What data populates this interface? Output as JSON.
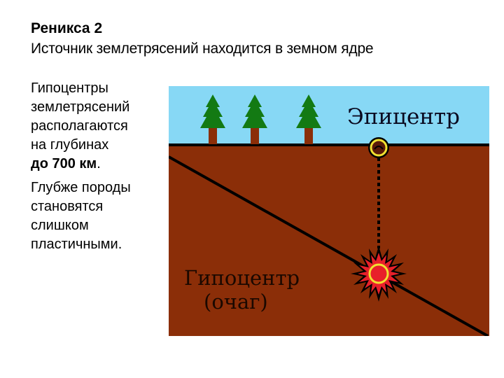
{
  "slide": {
    "title": "Реникса 2",
    "subtitle": "Источник землетрясений находится в земном ядре"
  },
  "side_text": {
    "line1": "Гипоцентры",
    "line2": "землетрясений",
    "line3": "располагаются",
    "line4": "на глубинах",
    "line5_bold": "до 700 км",
    "line5_tail": ".",
    "para2_line1": "Глубже породы",
    "para2_line2": "становятся",
    "para2_line3": "слишком",
    "para2_line4": "пластичными."
  },
  "diagram": {
    "epicenter_label": "Эпицентр",
    "hypocenter_label": "Гипоцентр",
    "hypocenter_sublabel": "(очаг)",
    "colors": {
      "sky": "#87d8f5",
      "ground": "#8b2e08",
      "tree_foliage": "#137a13",
      "tree_trunk": "#8b2e08",
      "marker_ring": "#f0e030",
      "burst_red": "#e8202a",
      "line": "#000000"
    },
    "icons": [
      "tree-icon",
      "tree-icon",
      "tree-icon",
      "epicenter-marker-icon",
      "hypocenter-burst-icon"
    ]
  }
}
